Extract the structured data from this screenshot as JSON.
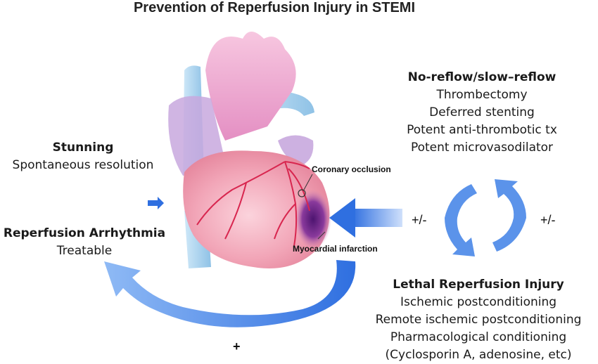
{
  "title": "Prevention of Reperfusion Injury in STEMI",
  "left": {
    "stunning": {
      "heading": "Stunning",
      "text": "Spontaneous resolution"
    },
    "arrhythmia": {
      "heading": "Reperfusion Arrhythmia",
      "text": "Treatable"
    }
  },
  "no_reflow": {
    "heading": "No-reflow/slow–reflow",
    "items": [
      "Thrombectomy",
      "Deferred stenting",
      "Potent anti-thrombotic tx",
      "Potent microvasodilator"
    ]
  },
  "lethal": {
    "heading": "Lethal Reperfusion Injury",
    "items": [
      "Ischemic postconditioning",
      "Remote ischemic postconditioning",
      "Pharmacological conditioning",
      "(Cyclosporin A, adenosine, etc)"
    ]
  },
  "heart_labels": {
    "occlusion": "Coronary occlusion",
    "infarction": "Myocardial infarction"
  },
  "signs": {
    "left_cycle": "+/-",
    "right_cycle": "+/-",
    "bottom": "+"
  },
  "colors": {
    "arrow_blue": "#2f6fe0",
    "arrow_light": "#7fb0f5",
    "heart_pink": "#f2a6b8",
    "vessel_blue": "#a9d3f0",
    "infarct_purple": "#6a2a8a"
  }
}
